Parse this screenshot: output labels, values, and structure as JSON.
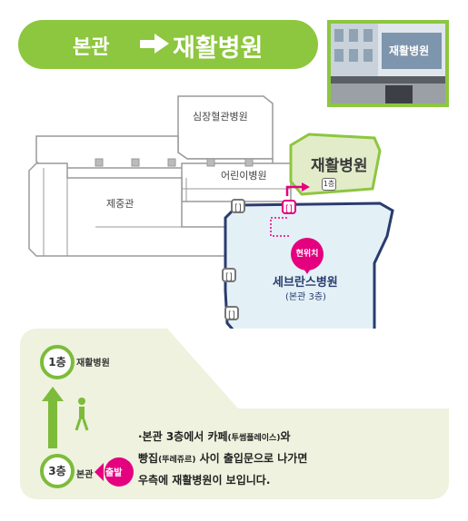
{
  "header": {
    "from": "본관",
    "to": "재활병원"
  },
  "photo": {
    "sign_text": "재활병원"
  },
  "map": {
    "buildings": {
      "cardio": "심장혈관병원",
      "children": "어린이병원",
      "jejung": "제중관",
      "rehab": "재활병원",
      "rehab_floor": "1층",
      "severance": "세브란스병원",
      "severance_sub": "(본관 3층)"
    },
    "current_location": "현위치"
  },
  "route": {
    "top_floor": "1층",
    "top_label": "재활병원",
    "bottom_floor": "3층",
    "bottom_label": "본관",
    "start_badge": "출발"
  },
  "description": {
    "line1_a": "·본관 3층에서 카페",
    "line1_small": "(투썸플레이스)",
    "line1_b": "와",
    "line2_a": "빵집",
    "line2_small": "(뚜레쥬르)",
    "line2_b": " 사이 출입문으로 나가면",
    "line3": "우측에 재활병원이 보입니다."
  },
  "colors": {
    "green": "#8dc63f",
    "navy": "#2a3b6e",
    "magenta": "#e4007f",
    "light_blue": "#e3f1f7"
  }
}
